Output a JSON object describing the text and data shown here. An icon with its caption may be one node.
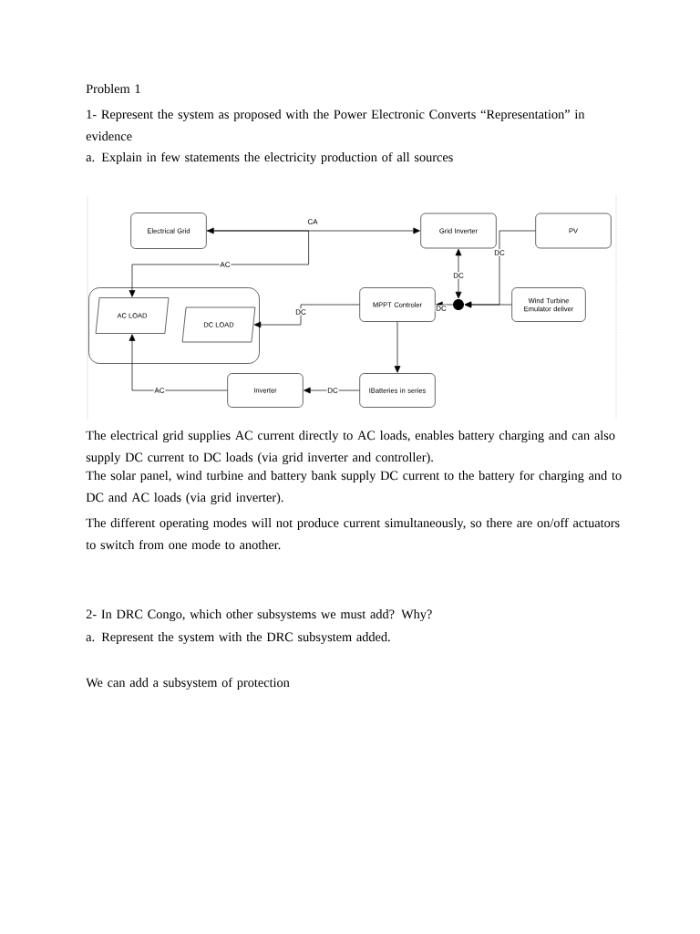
{
  "diagram": {
    "nodes": [
      {
        "text": [
          "Electrical Grid"
        ]
      },
      {
        "text": [
          "Grid  Inverter"
        ]
      },
      {
        "text": [
          "PV"
        ]
      },
      {
        "text": [],
        "shape": "box"
      },
      {
        "text": [
          "AC LOAD"
        ],
        "in": 3
      },
      {
        "text": [
          "DC LOAD"
        ],
        "in": 3
      },
      {
        "text": [
          "MPPT Controler"
        ]
      },
      {
        "text": [],
        "shape": "circle"
      },
      {
        "text": [
          "Wind Turbine Emulator deliver"
        ]
      },
      {
        "text": [
          "Inverter"
        ]
      },
      {
        "text": [
          "IBatteries  in series"
        ]
      }
    ],
    "edges": [
      {
        "from": 1,
        "to": 0,
        "arrow": "both",
        "label": "CA"
      },
      {
        "from": 0,
        "to": 4,
        "arrow": "to",
        "label": "AC"
      },
      {
        "from": 1,
        "to": 7,
        "arrow": "both",
        "label": "DC"
      },
      {
        "from": 2,
        "to": 7,
        "arrow": "to",
        "label": "DC"
      },
      {
        "from": 8,
        "to": 7,
        "arrow": "to"
      },
      {
        "from": 7,
        "to": 6,
        "arrow": "to",
        "label": "DC"
      },
      {
        "from": 6,
        "to": 5,
        "arrow": "to",
        "label": "DC"
      },
      {
        "from": 6,
        "to": 10,
        "arrow": "to"
      },
      {
        "from": 10,
        "to": 9,
        "arrow": "to",
        "label": "DC"
      },
      {
        "from": 9,
        "to": 4,
        "arrow": "to",
        "label": "AC"
      }
    ],
    "labels": [
      "Problem 1",
      "1- Represent the system as proposed with the Power Electronic Converts “Representation” in evidence",
      "a. Explain in few statements the electricity production of all sources",
      "The electrical grid supplies AC current directly to AC loads, enables battery charging and can also supply DC current to DC loads (via grid inverter and controller).",
      "The solar panel, wind turbine and battery bank supply DC current to the battery for charging and to DC and AC loads (via grid inverter).",
      "The different operating modes will not produce current simultaneously, so there are on/off actuators to switch from one mode to another.",
      "2- In DRC Congo, which other subsystems we must add? Why?",
      "a. Represent the system with the DRC subsystem added.",
      "We can  add a subsystem of protection"
    ]
  }
}
